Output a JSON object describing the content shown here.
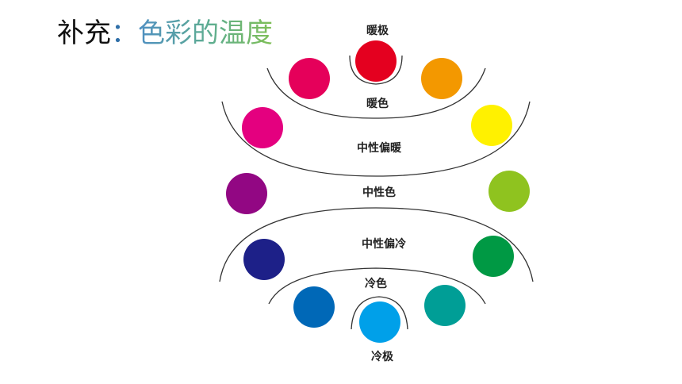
{
  "title": {
    "prefix": "补充",
    "colon": "：",
    "topic": "色彩的温度"
  },
  "labels": {
    "warm_pole": "暖极",
    "warm": "暖色",
    "neutral_warm": "中性偏暖",
    "neutral": "中性色",
    "neutral_cool": "中性偏冷",
    "cool": "冷色",
    "cool_pole": "冷极"
  },
  "swatches": {
    "warm_pole_red": "#e4001f",
    "warm_crimson": "#e5005a",
    "warm_orange": "#f39800",
    "neutral_warm_magenta": "#e4007f",
    "neutral_warm_yellow": "#fff100",
    "neutral_purple": "#920783",
    "neutral_yellowgreen": "#8fc31f",
    "neutral_cool_navy": "#1d2088",
    "neutral_cool_green": "#009944",
    "cool_blue": "#0068b7",
    "cool_teal": "#009e96",
    "cool_pole_cyan": "#00a0e9"
  }
}
